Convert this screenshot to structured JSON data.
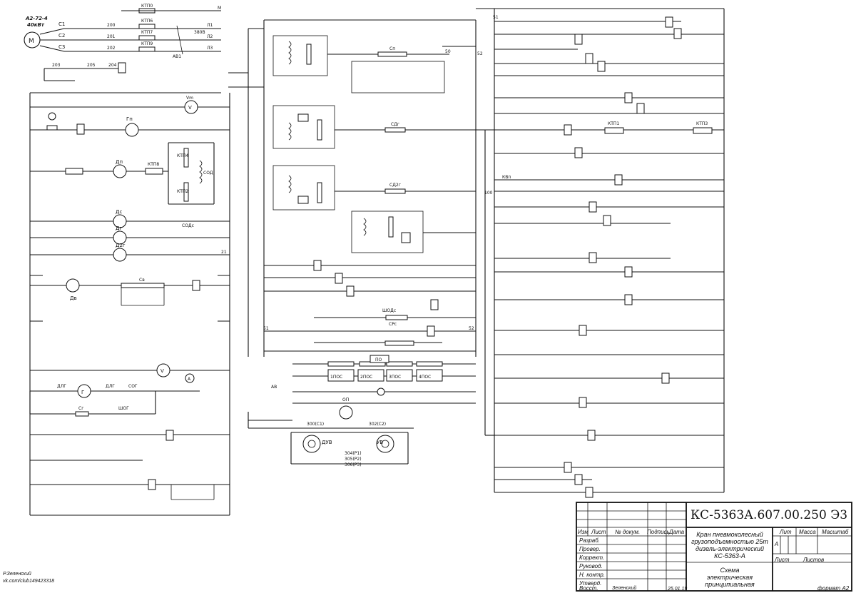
{
  "title_block": {
    "designation": "КС-5363А.607.00.250 Э3",
    "product_lines": [
      "Кран пневмоколесный",
      "грузоподъемностью 25т",
      "дизель-электрический",
      "КС-5363-А"
    ],
    "doc_lines": [
      "Схема",
      "электрическая",
      "принципиальная"
    ],
    "col_headers": [
      "Изм",
      "Лист",
      "№ докум.",
      "Подпись",
      "Дата"
    ],
    "roles": [
      "Разраб.",
      "Провер.",
      "Коррект.",
      "Руковод.",
      "Н. контр.",
      "Утверд.",
      "Восст."
    ],
    "signer": "Зеленский",
    "date": "25.01.19",
    "lit_label": "Лит",
    "mass_label": "Масса",
    "scale_label": "Масштаб",
    "lit_value": "А",
    "sheet_label": "Лист",
    "sheets_label": "Листов",
    "format": "формат А2"
  },
  "corner_note": [
    "Р.Зеленский",
    "vk.com/club149423318"
  ],
  "motor": {
    "label_lines": [
      "А2-72-4",
      "40кВт"
    ],
    "symbol": "М"
  },
  "labels": {
    "voltage": "380В",
    "vm": "Vm",
    "v": "V",
    "ammeter": "A",
    "breaker": "АВ1",
    "av": "АВ",
    "m": "М",
    "kv": "КВп",
    "duv": "ДУВ",
    "uv": "УВ",
    "op": "ОП",
    "spos1": "1ПОС",
    "spos2": "2ПОС",
    "spos3": "3ПОС",
    "spos4": "4ПОС",
    "po": "ПО",
    "sp": "Сп",
    "cdg": "СДг",
    "cd2g": "СД2г",
    "sv": "Св",
    "gp": "Гп",
    "dp": "Дп",
    "dg": "Дг",
    "dc": "Дс",
    "d2g": "Д2г",
    "dv": "Дв",
    "sog": "СОГ",
    "shog": "ШОГ",
    "sg": "Сг",
    "dlg": "ДЛГ",
    "g": "Г",
    "sod": "СОД",
    "sodc": "СОДс",
    "shodc": "ШОДс",
    "src": "СРс",
    "l1": "Л1",
    "l2": "Л2",
    "l3": "Л3",
    "c1": "С1",
    "c2": "С2",
    "c3": "С3",
    "ktp0": "КТП0",
    "ktp6": "КТП6",
    "ktp7": "КТП7",
    "ktp9": "КТП9",
    "ktp1": "КТП1",
    "ktp3": "КТП3",
    "ktp8": "КТП8",
    "ktp4": "КТП4",
    "ktp2": "КТП2",
    "c300": "300(С1)",
    "c302": "302(С2)",
    "c304": "304(Р1)",
    "c305": "305(Р2)",
    "c306": "306(Р3)",
    "n100": "100",
    "n51": "51",
    "n52": "52"
  }
}
